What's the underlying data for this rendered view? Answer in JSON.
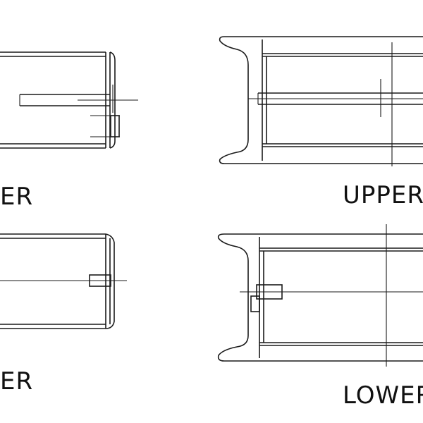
{
  "labels": {
    "top_left": "ER",
    "top_right": "UPPER",
    "bottom_left": "ER",
    "bottom_right": "LOWER"
  },
  "colors": {
    "line": "#1a1a1a",
    "background": "#ffffff"
  }
}
